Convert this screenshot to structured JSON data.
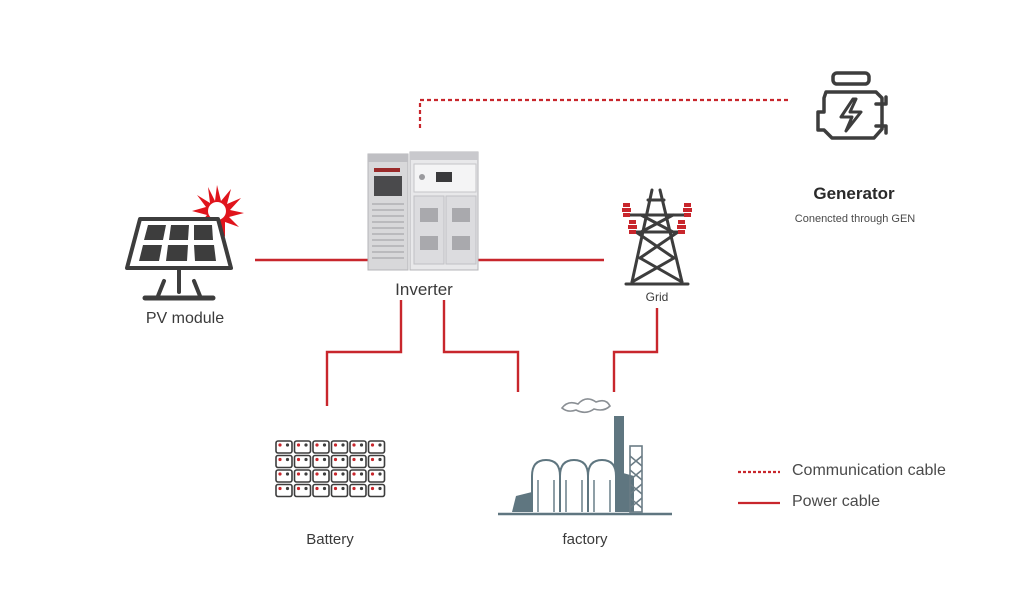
{
  "nodes": {
    "pv_module": {
      "label": "PV module",
      "icon": "solar-panel-icon"
    },
    "inverter": {
      "label": "Inverter",
      "icon": "inverter-cabinet-icon"
    },
    "grid": {
      "label": "Grid",
      "icon": "transmission-tower-icon"
    },
    "generator": {
      "label": "Generator",
      "sublabel": "Conencted through GEN",
      "icon": "generator-engine-icon"
    },
    "battery": {
      "label": "Battery",
      "icon": "battery-bank-icon"
    },
    "factory": {
      "label": "factory",
      "icon": "factory-icon"
    }
  },
  "legend": [
    {
      "label": "Communication cable",
      "style": "dashed"
    },
    {
      "label": "Power cable",
      "style": "solid"
    }
  ],
  "colors": {
    "power_line": "#c8262c",
    "comm_line": "#c8262c",
    "icon_dark": "#3d3d3d",
    "sun_red": "#e0141c",
    "factory_teal": "#5f7680"
  }
}
